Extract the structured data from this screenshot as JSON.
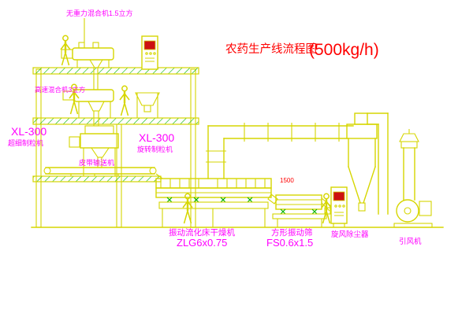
{
  "title": {
    "name": "农药生产线流程图",
    "capacity": "(500kg/h)"
  },
  "equipment_labels": {
    "gravity_mixer": "无重力混合机1.5立方",
    "high_speed_mixer": "高速混合机3立方",
    "granulator_left_model": "XL-300",
    "granulator_left_name": "超细制粒机",
    "granulator_mid_model": "XL-300",
    "granulator_mid_name": "旋转制粒机",
    "belt_conveyor": "皮带输送机",
    "fluid_bed_dryer_name": "振动流化床干燥机",
    "fluid_bed_dryer_model": "ZLG6x0.75",
    "vibrating_screen_name": "方形振动筛",
    "vibrating_screen_model": "FS0.6x1.5",
    "cyclone": "旋风除尘器",
    "induced_draft_fan": "引风机",
    "dimension": "1500"
  },
  "colors": {
    "line_yellow": "#d6d600",
    "hatch_green": "#00b300",
    "label_magenta": "#ff00ff",
    "title_red": "#ff0000",
    "cabinet_screen_red": "#cc1111",
    "background": "#ffffff"
  }
}
